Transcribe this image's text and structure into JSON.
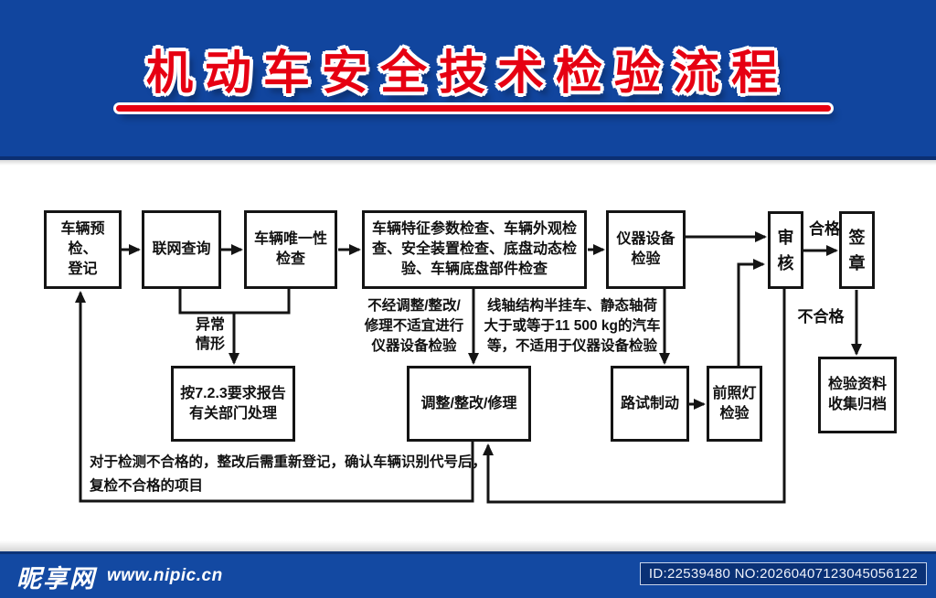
{
  "header": {
    "title": "机动车安全技术检验流程"
  },
  "flowchart": {
    "boxes": {
      "pre_check": "车辆预检、\n登记",
      "online_query": "联网查询",
      "uniqueness": "车辆唯一性\n检查",
      "feature_inspection": "车辆特征参数检查、车辆外观检\n查、安全装置检查、底盘动态检\n验、车辆底盘部件检查",
      "instrument_inspection": "仪器设备\n检验",
      "review": "审\n核",
      "stamp": "签\n章",
      "report_723": "按7.2.3要求报告\n有关部门处理",
      "adjust_repair": "调整/整改/修理",
      "road_brake_test": "路试制动",
      "headlamp_inspection": "前照灯\n检验",
      "archive": "检验资料\n收集归档"
    },
    "labels": {
      "abnormal": "异常\n情形",
      "pass": "合格",
      "fail": "不合格",
      "no_adjust_note": "不经调整/整改/\n修理不适宜进行\n仪器设备检验",
      "not_applicable_note": "线轴结构半挂车、静态轴荷\n大于或等于11 500 kg的汽车\n等，不适用于仪器设备检验",
      "recheck_note": "对于检测不合格的，整改后需重新登记，确认车辆识别代号后，\n复检不合格的项目"
    }
  },
  "footer": {
    "site_name": "昵享网",
    "site_url": "www.nipic.cn",
    "id_text": "ID:22539480 NO:20260407123045056122"
  },
  "colors": {
    "header_blue": "#11459e",
    "footer_blue": "#1349a2",
    "title_red": "#e60012",
    "line_black": "#141414",
    "background_white": "#ffffff"
  }
}
